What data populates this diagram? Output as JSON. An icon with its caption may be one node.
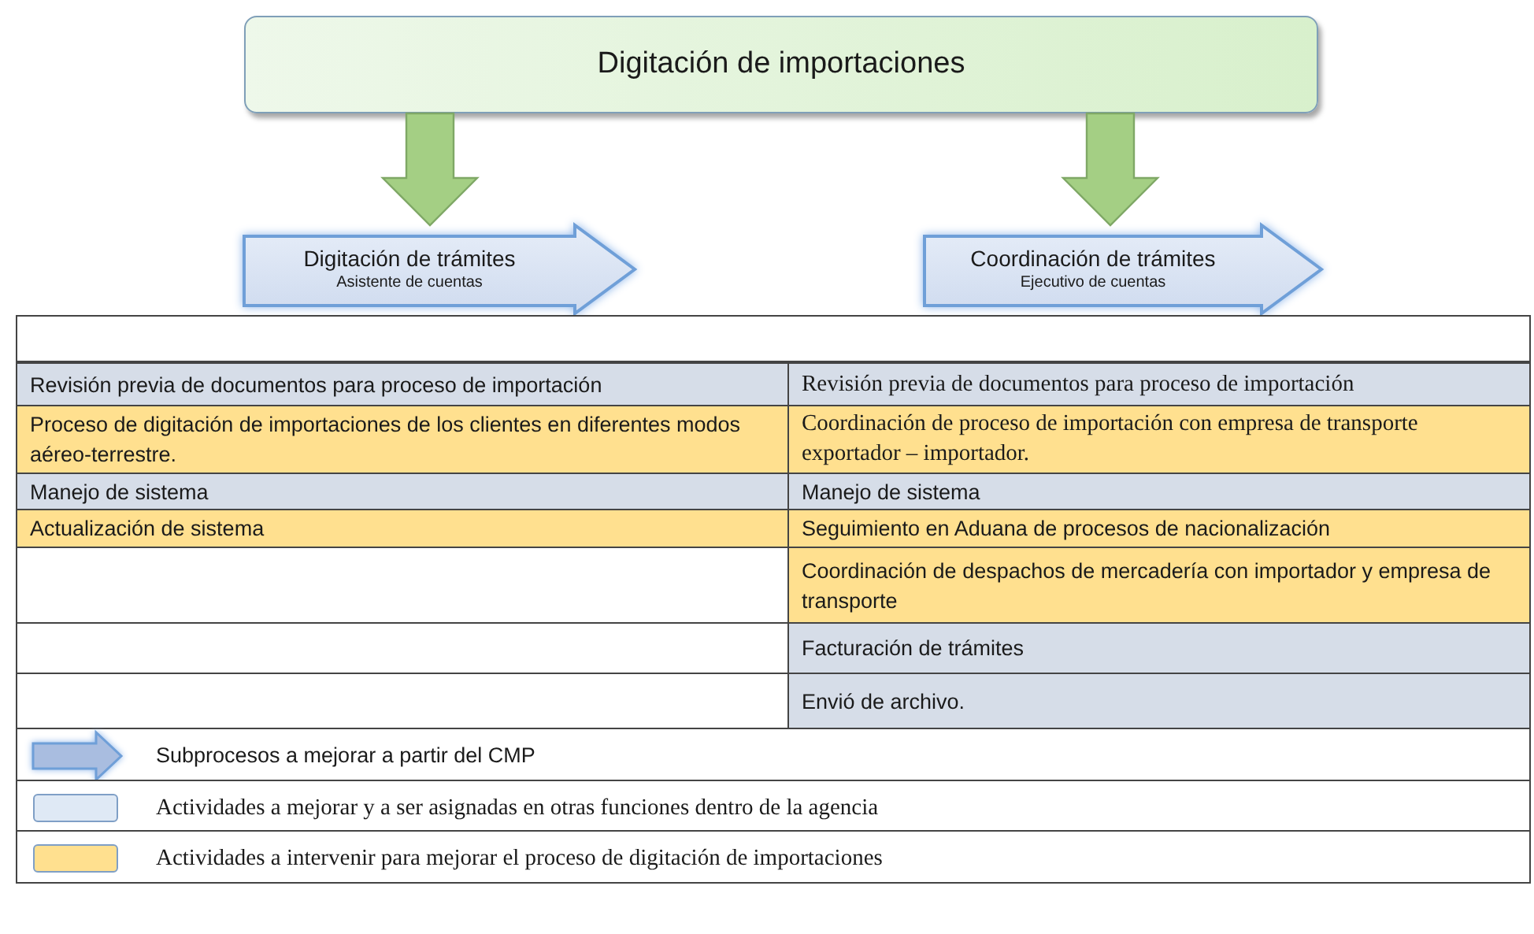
{
  "diagram": {
    "nodes": [
      {
        "text": [
          "Digitación de importaciones"
        ]
      },
      {
        "text": [
          "Digitación de trámites",
          "Asistente de cuentas"
        ]
      },
      {
        "text": [
          "Coordinación de trámites",
          "Ejecutivo de cuentas"
        ]
      }
    ],
    "edges": [
      {
        "from": 0,
        "to": 1,
        "arrow": "to"
      },
      {
        "from": 0,
        "to": 2,
        "arrow": "to"
      }
    ],
    "labels": [
      "Revisión previa de documentos para proceso de importación",
      "Revisión previa de documentos para proceso de importación",
      "Proceso de digitación de importaciones de los clientes en diferentes modos aéreo-terrestre.",
      "Coordinación de proceso de importación con empresa de transporte exportador – importador.",
      "Manejo de sistema",
      "Manejo de sistema",
      "Actualización de sistema",
      "Seguimiento en Aduana de procesos de nacionalización",
      "Coordinación de despachos de mercadería con importador y empresa de transporte",
      "Facturación de trámites",
      "Envió de archivo."
    ],
    "legend": [
      {
        "text": "Subprocesos a mejorar a partir del CMP"
      },
      {
        "text": "Actividades a mejorar y a ser asignadas en otras funciones dentro de la agencia",
        "color": "#d6dde8"
      },
      {
        "text": "Actividades a intervenir para mejorar el proceso de digitación de importaciones",
        "color": "#ffe08f"
      }
    ]
  }
}
